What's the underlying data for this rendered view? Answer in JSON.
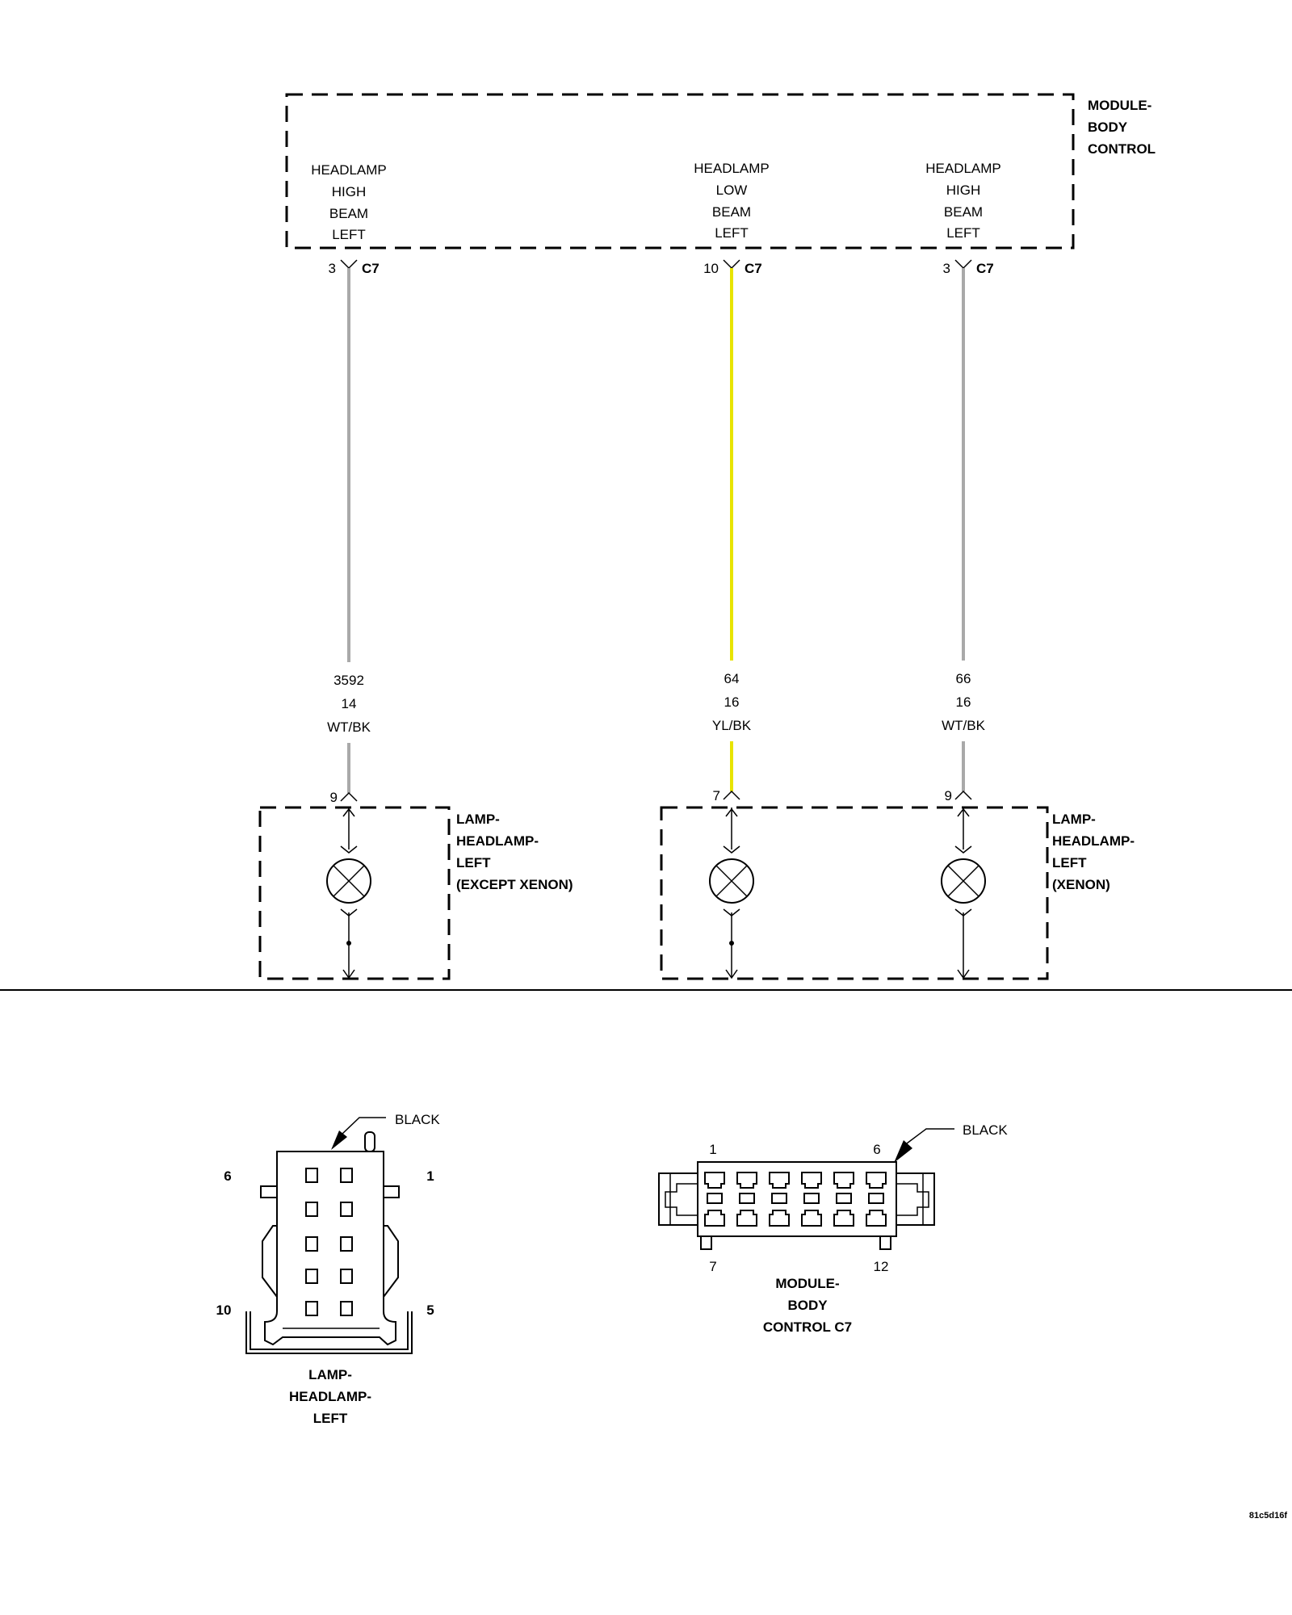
{
  "module": {
    "name": [
      "MODULE-",
      "BODY",
      "CONTROL"
    ],
    "circuits": [
      {
        "lines": [
          "HEADLAMP",
          "HIGH",
          "BEAM",
          "LEFT"
        ],
        "pin": "3",
        "connector": "C7"
      },
      {
        "lines": [
          "HEADLAMP",
          "LOW",
          "BEAM",
          "LEFT"
        ],
        "pin": "10",
        "connector": "C7"
      },
      {
        "lines": [
          "HEADLAMP",
          "HIGH",
          "BEAM",
          "LEFT"
        ],
        "pin": "3",
        "connector": "C7"
      }
    ]
  },
  "wires": [
    {
      "circuit": "3592",
      "gauge": "14",
      "color_code": "WT/BK",
      "color_hex": "#a9a9a9",
      "lamp_pin": "9"
    },
    {
      "circuit": "64",
      "gauge": "16",
      "color_code": "YL/BK",
      "color_hex": "#e8e400",
      "lamp_pin": "7"
    },
    {
      "circuit": "66",
      "gauge": "16",
      "color_code": "WT/BK",
      "color_hex": "#a9a9a9",
      "lamp_pin": "9"
    }
  ],
  "lamps": [
    {
      "lines": [
        "LAMP-",
        "HEADLAMP-",
        "LEFT",
        "(EXCEPT XENON)"
      ]
    },
    {
      "lines": [
        "LAMP-",
        "HEADLAMP-",
        "LEFT",
        "(XENON)"
      ]
    }
  ],
  "connector_views": {
    "lamp": {
      "color": "BLACK",
      "pins": {
        "top_left": "6",
        "top_right": "1",
        "bottom_left": "10",
        "bottom_right": "5"
      },
      "title": [
        "LAMP-",
        "HEADLAMP-",
        "LEFT"
      ]
    },
    "module": {
      "color": "BLACK",
      "pins": {
        "top_left": "1",
        "top_right": "6",
        "bottom_left": "7",
        "bottom_right": "12"
      },
      "title": [
        "MODULE-",
        "BODY",
        "CONTROL C7"
      ]
    }
  },
  "figure_id": "81c5d16f"
}
